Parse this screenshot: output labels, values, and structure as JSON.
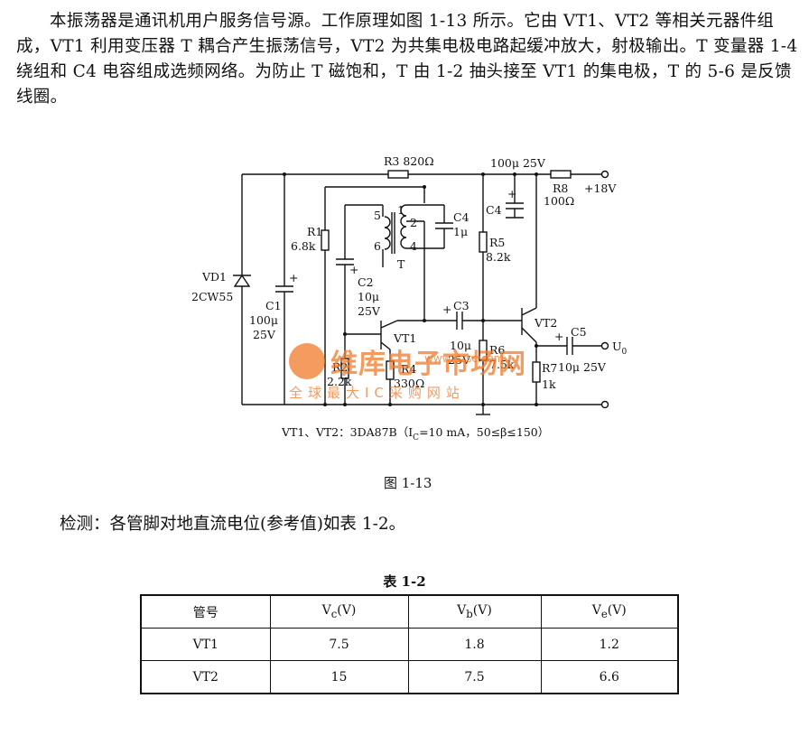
{
  "intro": {
    "paragraph": "本振荡器是通讯机用户服务信号源。工作原理如图 1-13 所示。它由 VT1、VT2 等相关元器件组成，VT1 利用变压器 T 耦合产生振荡信号，VT2 为共集电极电路起缓冲放大，射极输出。T 变量器 1-4 绕组和 C4 电容组成选频网络。为防止 T 磁饱和，T 由 1-2 抽头接至 VT1 的集电极，T 的 5-6 是反馈线圈。"
  },
  "schematic": {
    "r3": "R3 820Ω",
    "c4_top_val": "100μ 25V",
    "r8": "R8",
    "r8_val": "100Ω",
    "supply": "+18V",
    "r1": "R1",
    "r1_val": "6.8k",
    "c2": "C2",
    "c2_val1": "10μ",
    "c2_val2": "25V",
    "t_pin1": "1",
    "t_pin2": "2",
    "t_pin4": "4",
    "t_pin5": "5",
    "t_pin6": "6",
    "t_label": "T",
    "c4_tank": "C4",
    "c4_tank_val": "1μ",
    "c4_top": "C4",
    "r5": "R5",
    "r5_val": "8.2k",
    "vd1": "VD1",
    "vd1_val": "2CW55",
    "c1": "C1",
    "c1_val1": "100μ",
    "c1_val2": "25V",
    "c3": "C3",
    "c3_val1": "10μ",
    "c3_val2": "25V",
    "vt1": "VT1",
    "vt2": "VT2",
    "r2": "R2",
    "r2_val": "2.2k",
    "r4": "R4",
    "r4_val": "330Ω",
    "r6": "R6",
    "r6_val": "7.5k",
    "r7": "R7",
    "r7_val": "1k",
    "c5": "C5",
    "c5_val": "10μ 25V",
    "output": "U",
    "output_sub": "0",
    "plus": "+",
    "transistor_note": "VT1、VT2：3DA87B（I",
    "transistor_note_sub": "C",
    "transistor_note_tail": "=10 mA，50≤β≤150）"
  },
  "figure_caption": "图 1-13",
  "detect_text": "检测：各管脚对地直流电位(参考值)如表 1-2。",
  "table_title": "表 1-2",
  "table": {
    "headers": [
      {
        "main": "管号",
        "sub": "",
        "tail": ""
      },
      {
        "main": "V",
        "sub": "c",
        "tail": "(V)"
      },
      {
        "main": "V",
        "sub": "b",
        "tail": "(V)"
      },
      {
        "main": "V",
        "sub": "e",
        "tail": "(V)"
      }
    ],
    "rows": [
      [
        "VT1",
        "7.5",
        "1.8",
        "1.2"
      ],
      [
        "VT2",
        "15",
        "7.5",
        "6.6"
      ]
    ]
  },
  "watermark": {
    "brand": "维库电子市场网",
    "url": "www.dzsc.com",
    "slogan": "全球最大IC采购网站"
  }
}
